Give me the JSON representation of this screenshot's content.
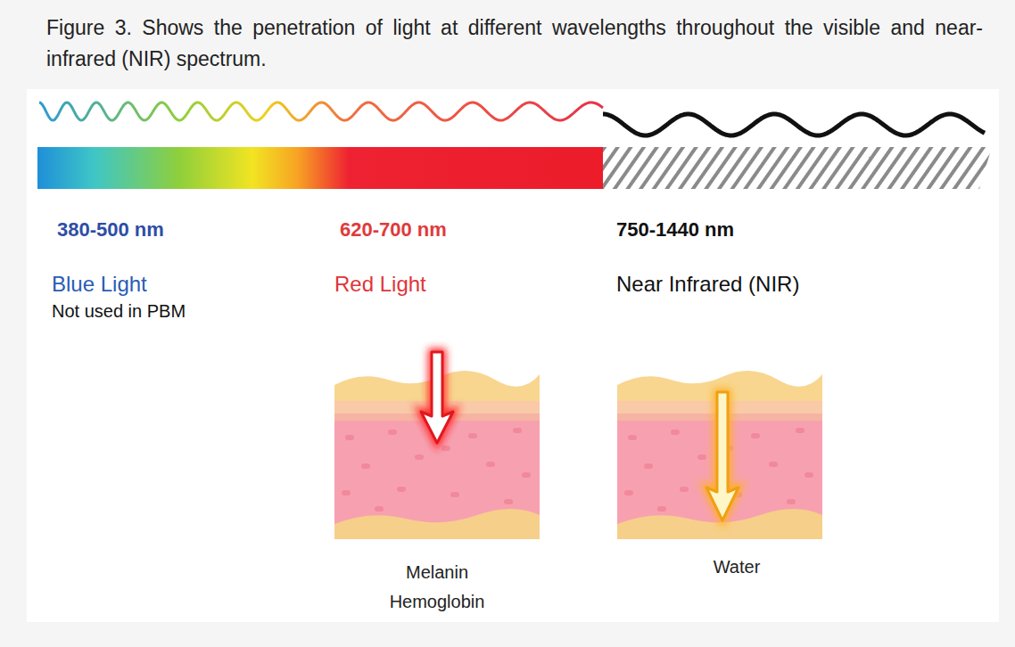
{
  "diagram": {
    "caption": "Figure 3. Shows the penetration of light at different wavelengths throughout the visible and near-infrared (NIR) spectrum.",
    "labels": [
      "380-500 nm",
      "620-700 nm",
      "750-1440 nm",
      "Blue Light",
      "Not used in PBM",
      "Red Light",
      "Near Infrared (NIR)",
      "Melanin",
      "Hemoglobin",
      "Water"
    ]
  }
}
